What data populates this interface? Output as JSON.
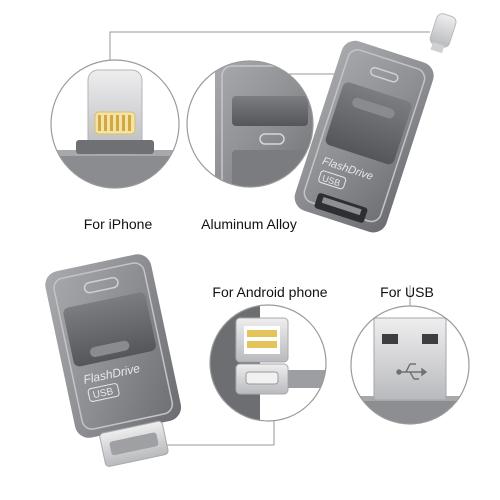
{
  "captions": {
    "iphone": "For iPhone",
    "alloy": "Aluminum Alloy",
    "android": "For Android phone",
    "usb": "For USB"
  },
  "device_markings": {
    "brand": "FlashDrive",
    "port": "USB"
  },
  "icons": {
    "usb_symbol": "usb-trident-icon"
  },
  "colors": {
    "background": "#ffffff",
    "body_gray": "#8d8e92",
    "body_dark": "#55565a",
    "slider_dark": "#6a6b6f",
    "metal_light": "#d7d8db",
    "callout_line": "#9a9a9a"
  }
}
